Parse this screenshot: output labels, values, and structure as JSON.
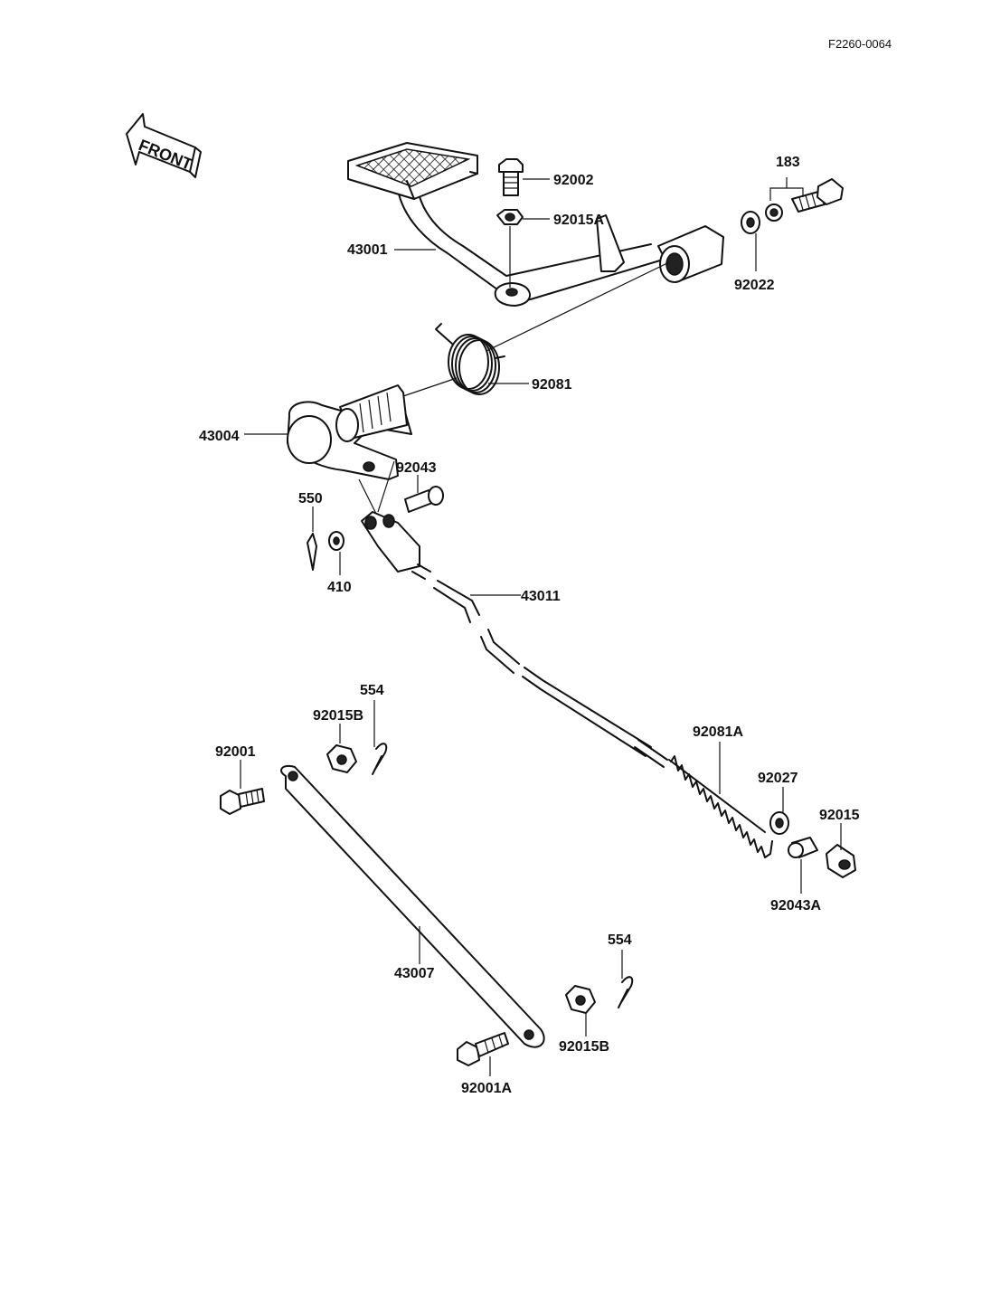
{
  "diagram": {
    "reference_code": "F2260-0064",
    "front_indicator": "FRONT",
    "labels": {
      "p43001": "43001",
      "p92002": "92002",
      "p92015A": "92015A",
      "p183": "183",
      "p92022": "92022",
      "p92081": "92081",
      "p43004": "43004",
      "p92043": "92043",
      "p550": "550",
      "p410": "410",
      "p43011": "43011",
      "p554a": "554",
      "p92015Ba": "92015B",
      "p92001": "92001",
      "p92081A": "92081A",
      "p92027": "92027",
      "p92015": "92015",
      "p92043A": "92043A",
      "p43007": "43007",
      "p554b": "554",
      "p92015Bb": "92015B",
      "p92001A": "92001A"
    }
  }
}
